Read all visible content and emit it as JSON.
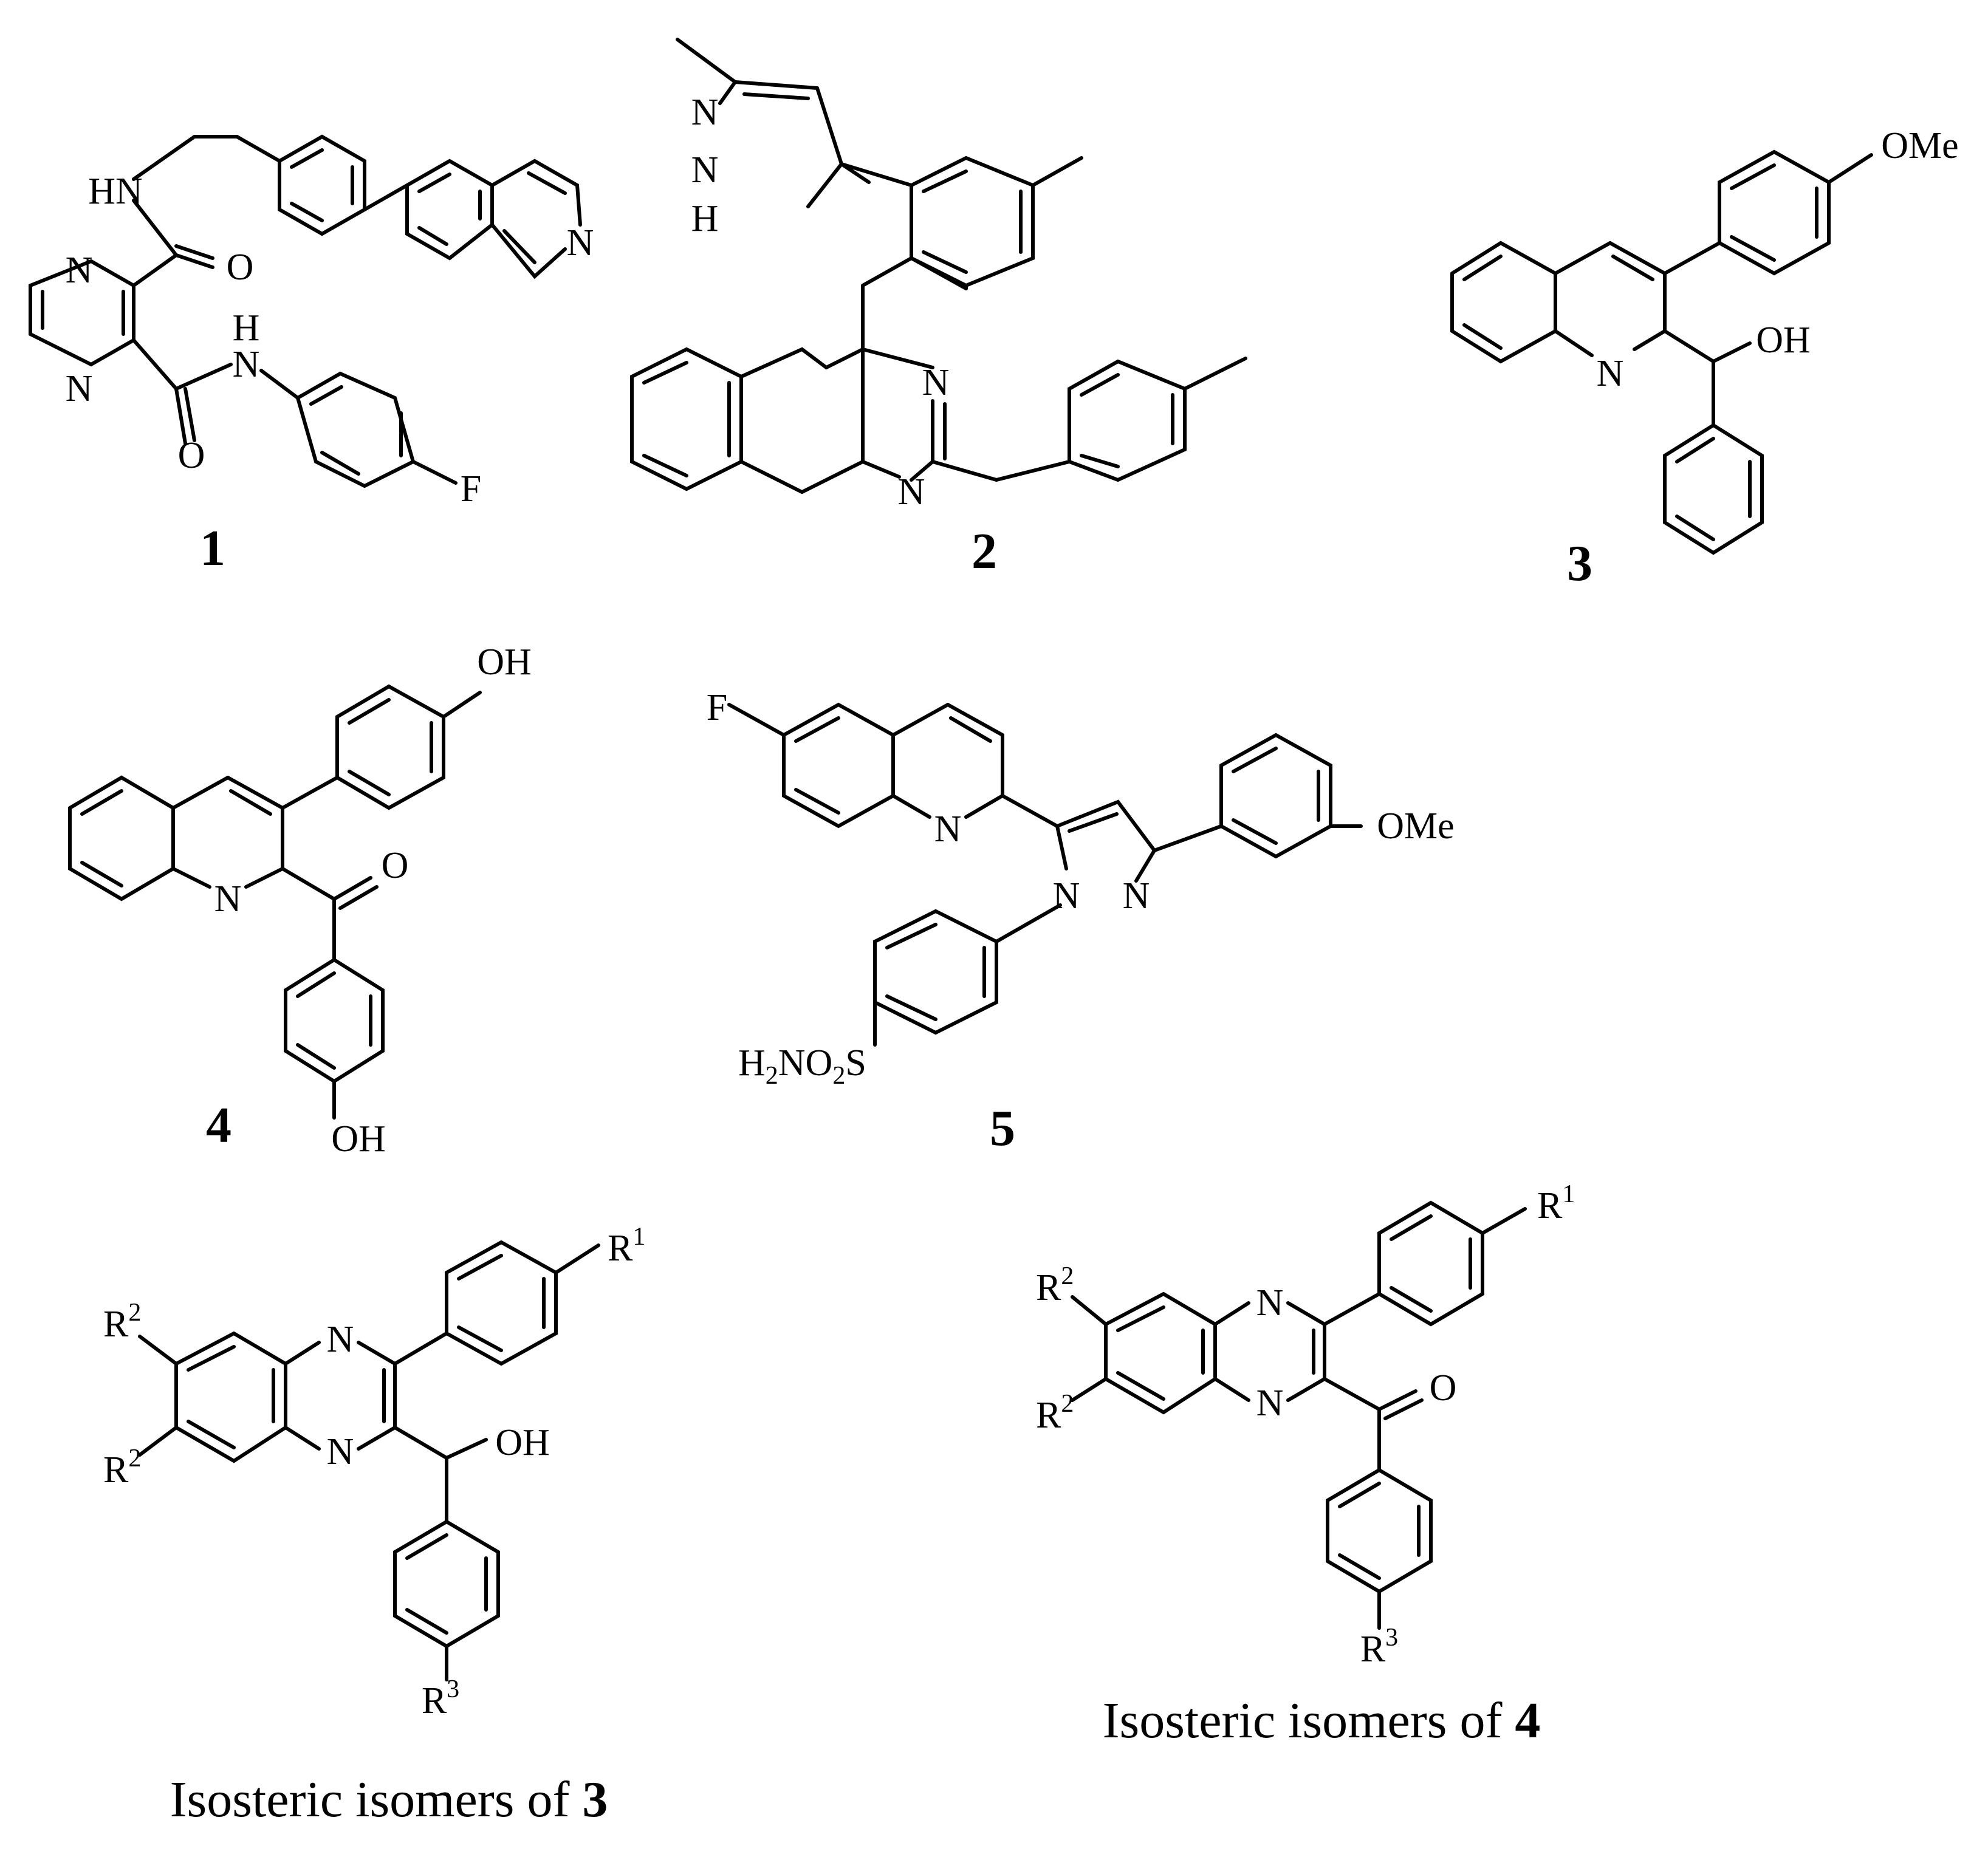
{
  "compounds": {
    "c1": {
      "label": "1",
      "atoms": {
        "hn": "HN",
        "o_top": "O",
        "n_ring_top": "N",
        "n_ring_bot": "N",
        "h": "H",
        "n_amide": "N",
        "o_bot": "O",
        "n_pyr": "N",
        "f": "F"
      }
    },
    "c2": {
      "label": "2",
      "atoms": {
        "n_pz1": "N",
        "n_pz2": "N",
        "h": "H",
        "n_q1": "N",
        "n_q2": "N"
      }
    },
    "c3": {
      "label": "3",
      "atoms": {
        "ome": "OMe",
        "oh": "OH",
        "n": "N"
      }
    },
    "c4": {
      "label": "4",
      "atoms": {
        "oh_top": "OH",
        "o": "O",
        "n": "N",
        "oh_bot": "OH"
      }
    },
    "c5": {
      "label": "5",
      "atoms": {
        "f": "F",
        "n_q": "N",
        "ome": "OMe",
        "n_pz1": "N",
        "n_pz2": "N",
        "sulf_h": "H",
        "sulf_h_sub": "2",
        "sulf_no": "NO",
        "sulf_o_sub": "2",
        "sulf_s": "S"
      }
    },
    "c6": {
      "atoms": {
        "r1": "R",
        "r1_sup": "1",
        "r2a": "R",
        "r2a_sup": "2",
        "r2b": "R",
        "r2b_sup": "2",
        "n1": "N",
        "n2": "N",
        "oh": "OH",
        "r3": "R",
        "r3_sup": "3"
      },
      "caption_text": "Isosteric isomers of ",
      "caption_num": "3"
    },
    "c7": {
      "atoms": {
        "r1": "R",
        "r1_sup": "1",
        "r2a": "R",
        "r2a_sup": "2",
        "r2b": "R",
        "r2b_sup": "2",
        "n1": "N",
        "n2": "N",
        "o": "O",
        "r3": "R",
        "r3_sup": "3"
      },
      "caption_text": "Isosteric isomers of ",
      "caption_num": "4"
    }
  }
}
